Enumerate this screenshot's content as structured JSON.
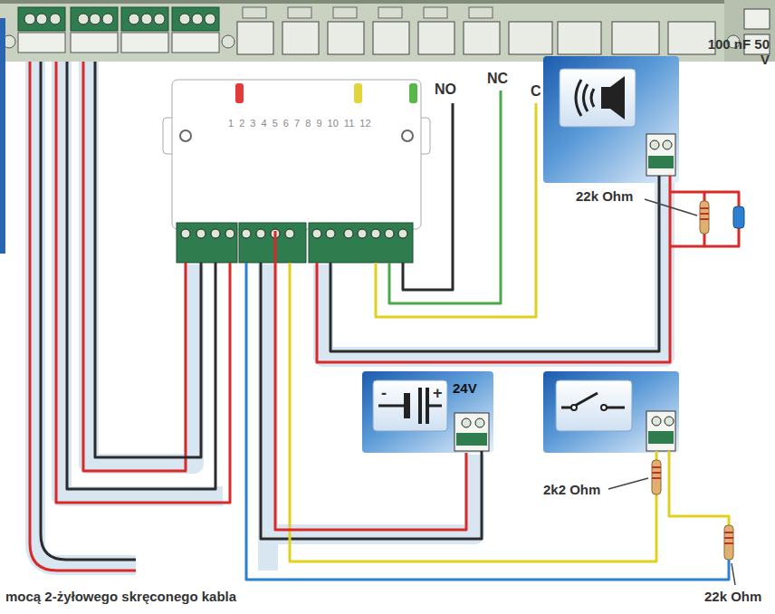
{
  "diagram": {
    "nodes": [
      {
        "text": [
          "1 2 3 4 5 6 7 8 9 10 11 12"
        ]
      },
      {
        "text": [
          "24V"
        ]
      }
    ],
    "edges": [
      {
        "from": 0,
        "to": 1,
        "arrow": "none"
      }
    ],
    "labels": [
      "NO",
      "NC",
      "C",
      "100 nF 50 V",
      "22k Ohm",
      "-",
      "+",
      "2k2 Ohm",
      "22k Ohm",
      "mocą 2-żyłowego skręconego kabla"
    ]
  }
}
